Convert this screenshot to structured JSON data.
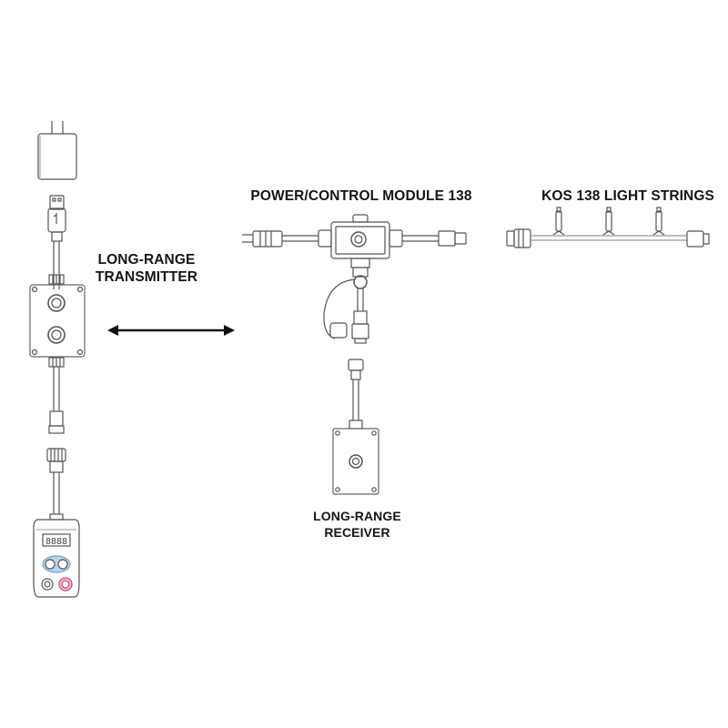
{
  "diagram": {
    "labels": {
      "power_module": "POWER/CONTROL MODULE 138",
      "light_strings": "KOS 138 LIGHT STRINGS",
      "transmitter_line1": "LONG-RANGE",
      "transmitter_line2": "TRANSMITTER",
      "receiver_line1": "LONG-RANGE",
      "receiver_line2": "RECEIVER"
    },
    "controller": {
      "display_digits": "8888"
    },
    "components": [
      "usb-power-adapter",
      "usb-cable",
      "long-range-transmitter",
      "handheld-controller",
      "power-control-module",
      "long-range-receiver",
      "light-strings"
    ],
    "colors": {
      "line": "#444444",
      "text": "#151515",
      "controller_blue": "#b9d3ea",
      "controller_pink": "#d63f7a"
    }
  }
}
